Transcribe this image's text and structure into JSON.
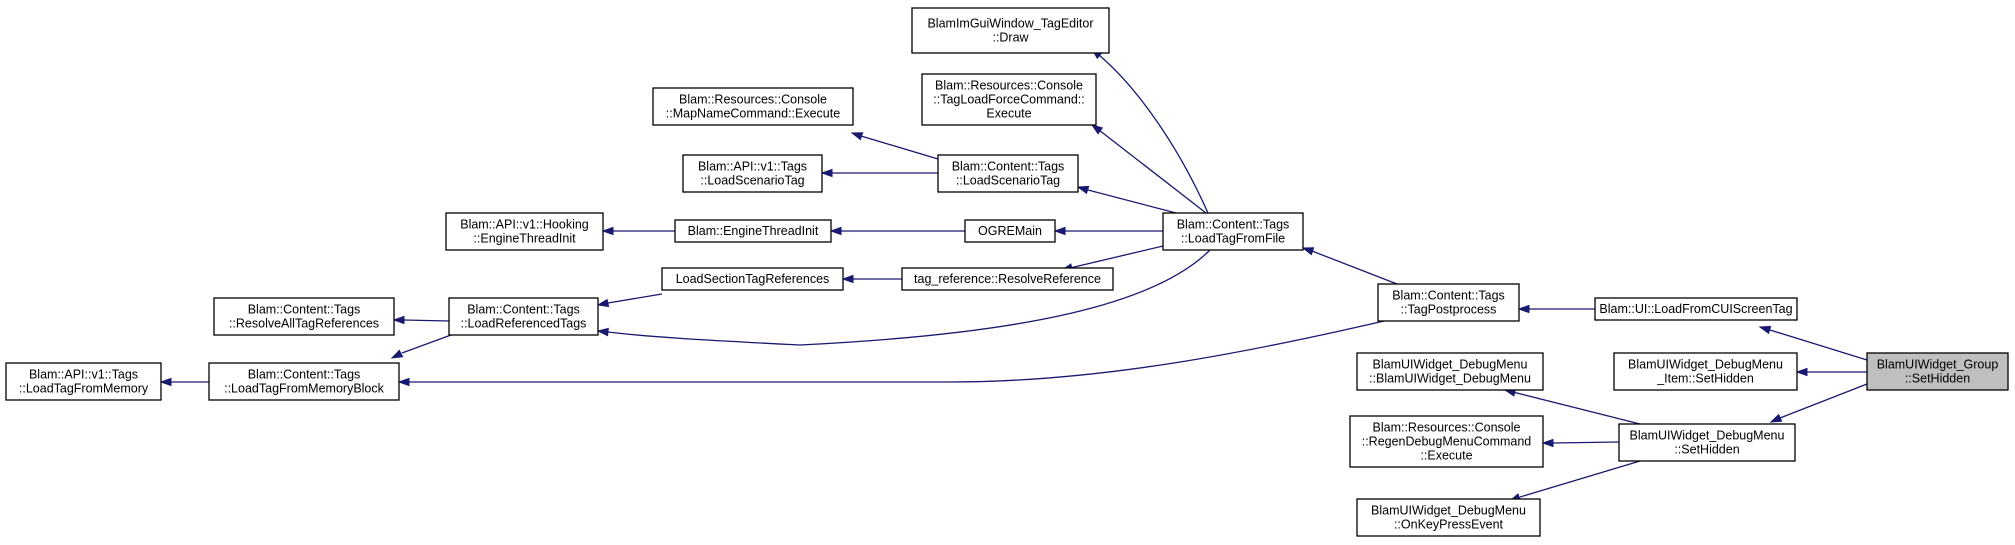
{
  "nodes": [
    {
      "id": "n_draw",
      "lines": [
        "BlamImGuiWindow_TagEditor",
        "::Draw"
      ]
    },
    {
      "id": "n_mapname",
      "lines": [
        "Blam::Resources::Console",
        "::MapNameCommand::Execute"
      ]
    },
    {
      "id": "n_forcecmd",
      "lines": [
        "Blam::Resources::Console",
        "::TagLoadForceCommand::",
        "Execute"
      ]
    },
    {
      "id": "n_api_scen",
      "lines": [
        "Blam::API::v1::Tags",
        "::LoadScenarioTag"
      ]
    },
    {
      "id": "n_loadscen",
      "lines": [
        "Blam::Content::Tags",
        "::LoadScenarioTag"
      ]
    },
    {
      "id": "n_hooking",
      "lines": [
        "Blam::API::v1::Hooking",
        "::EngineThreadInit"
      ]
    },
    {
      "id": "n_etinit",
      "lines": [
        "Blam::EngineThreadInit"
      ]
    },
    {
      "id": "n_ogre",
      "lines": [
        "OGREMain"
      ]
    },
    {
      "id": "n_loadfile",
      "lines": [
        "Blam::Content::Tags",
        "::LoadTagFromFile"
      ]
    },
    {
      "id": "n_lstr",
      "lines": [
        "LoadSectionTagReferences"
      ]
    },
    {
      "id": "n_resolveref",
      "lines": [
        "tag_reference::ResolveReference"
      ]
    },
    {
      "id": "n_resolveall",
      "lines": [
        "Blam::Content::Tags",
        "::ResolveAllTagReferences"
      ]
    },
    {
      "id": "n_loadrefd",
      "lines": [
        "Blam::Content::Tags",
        "::LoadReferencedTags"
      ]
    },
    {
      "id": "n_postproc",
      "lines": [
        "Blam::Content::Tags",
        "::TagPostprocess"
      ]
    },
    {
      "id": "n_cuiscreen",
      "lines": [
        "Blam::UI::LoadFromCUIScreenTag"
      ]
    },
    {
      "id": "n_api_mem",
      "lines": [
        "Blam::API::v1::Tags",
        "::LoadTagFromMemory"
      ]
    },
    {
      "id": "n_memblock",
      "lines": [
        "Blam::Content::Tags",
        "::LoadTagFromMemoryBlock"
      ]
    },
    {
      "id": "n_ctor",
      "lines": [
        "BlamUIWidget_DebugMenu",
        "::BlamUIWidget_DebugMenu"
      ]
    },
    {
      "id": "n_itemhidden",
      "lines": [
        "BlamUIWidget_DebugMenu",
        "_Item::SetHidden"
      ]
    },
    {
      "id": "n_group",
      "lines": [
        "BlamUIWidget_Group",
        "::SetHidden"
      ],
      "current": true
    },
    {
      "id": "n_regen",
      "lines": [
        "Blam::Resources::Console",
        "::RegenDebugMenuCommand",
        "::Execute"
      ]
    },
    {
      "id": "n_menuhidden",
      "lines": [
        "BlamUIWidget_DebugMenu",
        "::SetHidden"
      ]
    },
    {
      "id": "n_keypress",
      "lines": [
        "BlamUIWidget_DebugMenu",
        "::OnKeyPressEvent"
      ]
    }
  ],
  "edges": [
    {
      "from": "n_loadrefd",
      "to": "n_resolveall"
    },
    {
      "from": "n_memblock",
      "to": "n_api_mem"
    },
    {
      "from": "n_etinit",
      "to": "n_hooking"
    },
    {
      "from": "n_ogre",
      "to": "n_etinit"
    },
    {
      "from": "n_loadscen",
      "to": "n_mapname"
    },
    {
      "from": "n_loadscen",
      "to": "n_api_scen"
    },
    {
      "from": "n_lstr",
      "to": "n_loadrefd"
    },
    {
      "from": "n_resolveref",
      "to": "n_lstr"
    },
    {
      "from": "n_loadfile",
      "to": "n_draw"
    },
    {
      "from": "n_loadfile",
      "to": "n_forcecmd"
    },
    {
      "from": "n_loadfile",
      "to": "n_loadscen"
    },
    {
      "from": "n_loadfile",
      "to": "n_ogre"
    },
    {
      "from": "n_loadfile",
      "to": "n_resolveref"
    },
    {
      "from": "n_loadfile",
      "to": "n_loadrefd"
    },
    {
      "from": "n_postproc",
      "to": "n_loadfile"
    },
    {
      "from": "n_postproc",
      "to": "n_memblock"
    },
    {
      "from": "n_loadrefd",
      "to": "n_memblock"
    },
    {
      "from": "n_cuiscreen",
      "to": "n_postproc"
    },
    {
      "from": "n_group",
      "to": "n_cuiscreen"
    },
    {
      "from": "n_group",
      "to": "n_itemhidden"
    },
    {
      "from": "n_group",
      "to": "n_menuhidden"
    },
    {
      "from": "n_menuhidden",
      "to": "n_ctor"
    },
    {
      "from": "n_menuhidden",
      "to": "n_regen"
    },
    {
      "from": "n_menuhidden",
      "to": "n_keypress"
    }
  ]
}
